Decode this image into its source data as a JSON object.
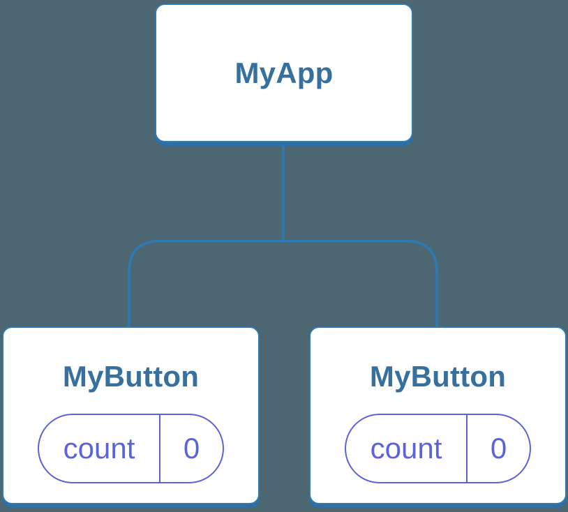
{
  "tree": {
    "root": {
      "label": "MyApp"
    },
    "children": [
      {
        "label": "MyButton",
        "state": {
          "key": "count",
          "value": "0"
        }
      },
      {
        "label": "MyButton",
        "state": {
          "key": "count",
          "value": "0"
        }
      }
    ]
  },
  "colors": {
    "background": "#4C6771",
    "node_fill": "#FFFFFF",
    "node_border": "#3379AE",
    "node_bottom_shadow": "#2B70A9",
    "connector_line": "#2F79B5",
    "title_text": "#35709E",
    "state_accent": "#5C62D8"
  }
}
